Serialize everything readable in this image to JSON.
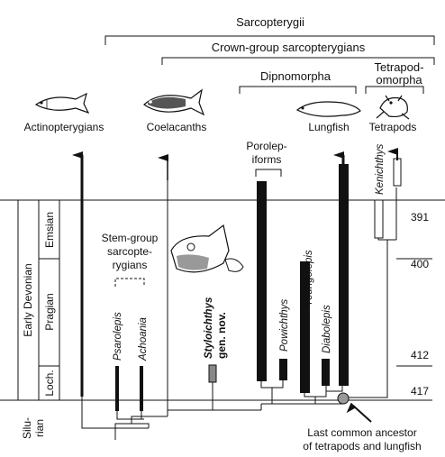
{
  "headers": {
    "sarcopterygii": "Sarcopterygii",
    "crown_group": "Crown-group sarcopterygians",
    "dipnomorpha": "Dipnomorpha",
    "tetrapodomorpha_1": "Tetrapod-",
    "tetrapodomorpha_2": "omorpha"
  },
  "taxa": {
    "actinopterygians": "Actinopterygians",
    "coelacanths": "Coelacanths",
    "lungfish": "Lungfish",
    "tetrapods": "Tetrapods",
    "porolepiforms_1": "Porolep-",
    "porolepiforms_2": "iforms",
    "stem_group_1": "Stem-group",
    "stem_group_2": "sarcopte-",
    "stem_group_3": "rygians",
    "kenichthys": "Kenichthys",
    "psarolepis": "Psarolepis",
    "achoania": "Achoania",
    "styloichthys_1": "Styloichthys",
    "styloichthys_2": "gen. nov.",
    "powichthys": "Powichthys",
    "youngolepis": "Youngolepis",
    "diabolepis": "Diabolepis"
  },
  "timescale": {
    "period": "Early Devonian",
    "stages": [
      "Emsian",
      "Pragian",
      "Loch."
    ],
    "silurian_1": "Silu-",
    "silurian_2": "rian",
    "ages": [
      "391",
      "400",
      "412",
      "417"
    ]
  },
  "annotation": {
    "line1": "Last common ancestor",
    "line2": "of tetrapods and lungfish"
  }
}
